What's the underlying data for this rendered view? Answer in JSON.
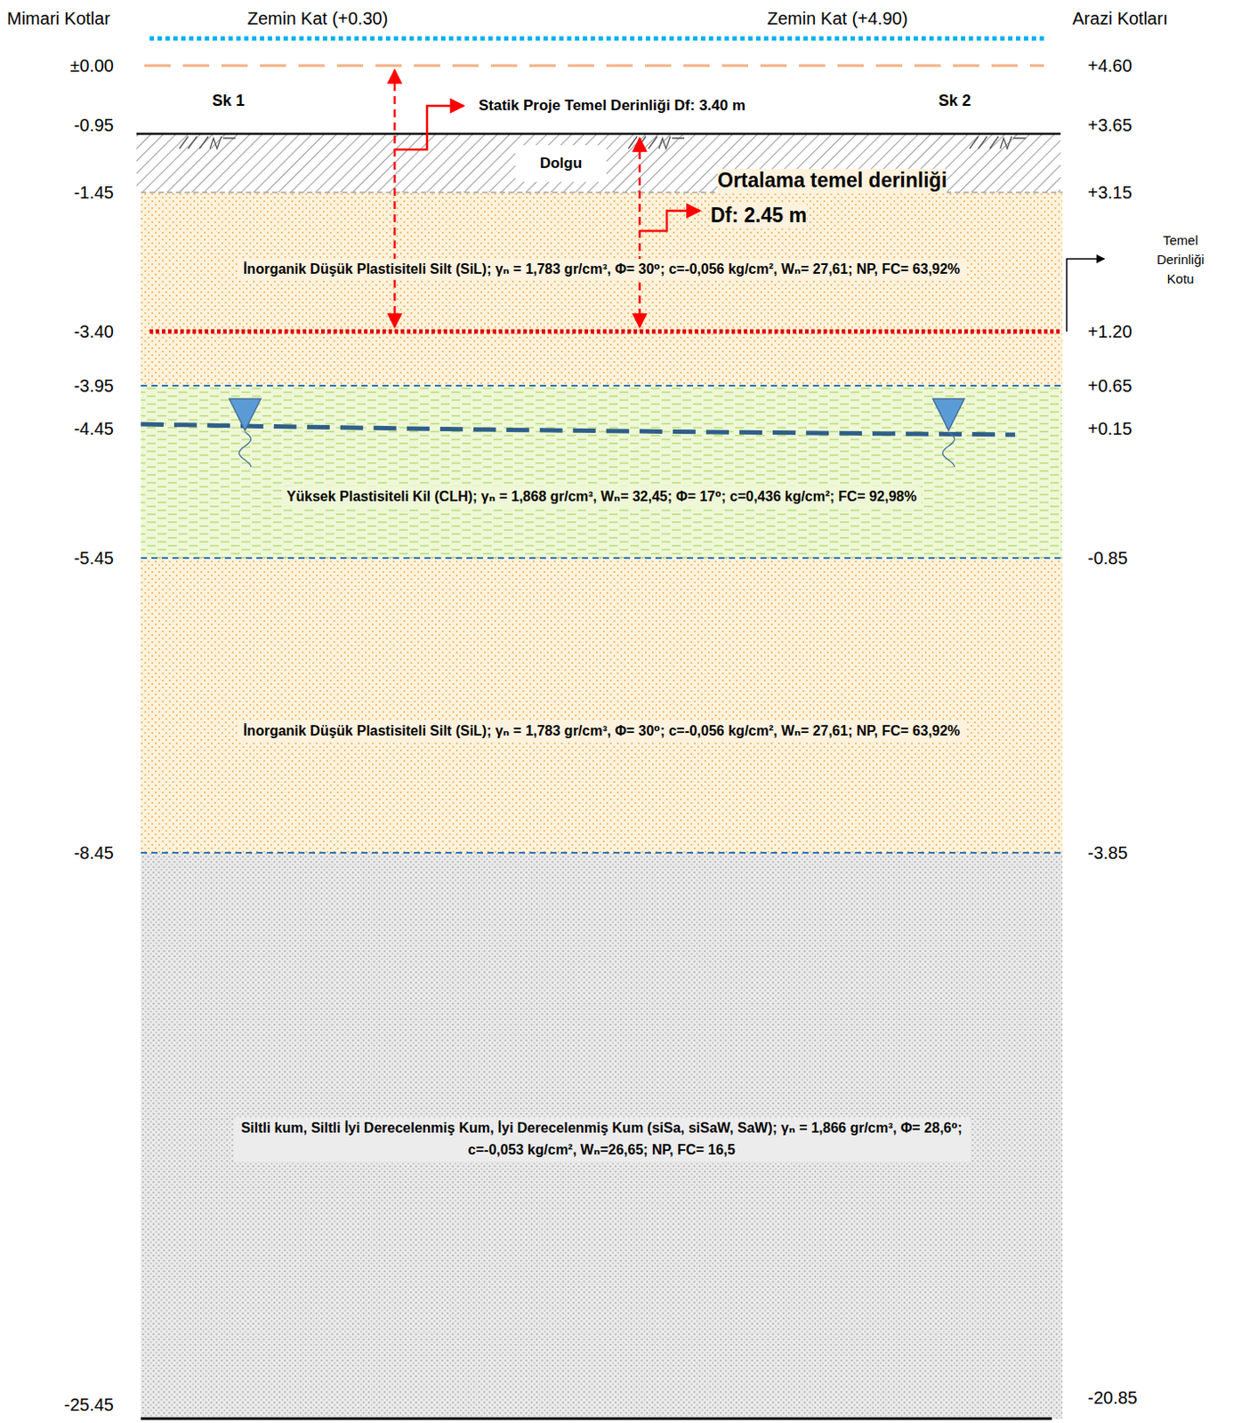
{
  "diagram": {
    "nodes": [
      {
        "text": [
          "Dolgu"
        ]
      },
      {
        "text": [
          "İnorganik Düşük Plastisiteli Silt (SiL); γₙ = 1,783 gr/cm³, Φ= 30⁰; c=-0,056 kg/cm², Wₙ= 27,61; NP, FC= 63,92%"
        ]
      },
      {
        "text": [
          "Yüksek Plastisiteli Kil (CLH); γₙ = 1,868 gr/cm³, Wₙ= 32,45; Φ= 17⁰; c=0,436 kg/cm²; FC= 92,98%"
        ]
      },
      {
        "text": [
          "İnorganik Düşük Plastisiteli Silt (SiL); γₙ = 1,783 gr/cm³, Φ= 30⁰; c=-0,056 kg/cm², Wₙ= 27,61; NP, FC= 63,92%"
        ]
      },
      {
        "text": [
          "Siltli kum, Siltli İyi Derecelenmiş Kum, İyi Derecelenmiş Kum (siSa, siSaW, SaW); γₙ = 1,866 gr/cm³, Φ= 28,6⁰; c=-0,053 kg/cm², Wₙ=26,65; NP, FC= 16,5"
        ]
      }
    ],
    "labels": [
      "Mimari Kotlar",
      "Zemin Kat (+0.30)",
      "Zemin Kat (+4.90)",
      "Arazi Kotları",
      "±0.00",
      "+4.60",
      "Sk 1",
      "Statik Proje Temel Derinliği Df: 3.40 m",
      "Sk 2",
      "-0.95",
      "+3.65",
      "Ortalama temel derinliği",
      "-1.45",
      "+3.15",
      "Df: 2.45 m",
      "Temel Derinliği Kotu",
      "-3.40",
      "+1.20",
      "-3.95",
      "+0.65",
      "-4.45",
      "+0.15",
      "-5.45",
      "-0.85",
      "-8.45",
      "-3.85",
      "-25.45",
      "-20.85"
    ]
  }
}
